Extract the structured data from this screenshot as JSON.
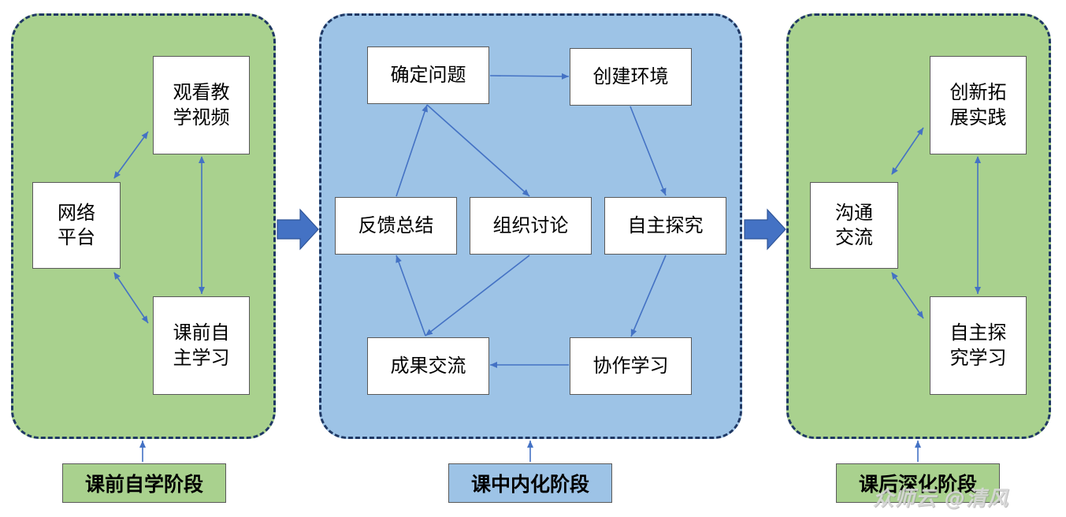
{
  "colors": {
    "green_panel": "#a9d18e",
    "blue_panel": "#9dc3e6",
    "panel_border": "#1f3864",
    "arrow": "#4472c4"
  },
  "stages": {
    "pre": {
      "label": "课前自学阶段",
      "nodes": {
        "platform": [
          "网络",
          "平台"
        ],
        "video": [
          "观看教",
          "学视频"
        ],
        "self_study": [
          "课前自",
          "主学习"
        ]
      }
    },
    "in": {
      "label": "课中内化阶段",
      "nodes": {
        "define": "确定问题",
        "environment": "创建环境",
        "feedback": "反馈总结",
        "discuss": "组织讨论",
        "explore": "自主探究",
        "results": "成果交流",
        "collab": "协作学习"
      }
    },
    "post": {
      "label": "课后深化阶段",
      "nodes": {
        "communicate": [
          "沟通",
          "交流"
        ],
        "innovate": [
          "创新拓",
          "展实践"
        ],
        "inquiry": [
          "自主探",
          "究学习"
        ]
      }
    }
  },
  "watermark": "众师云 @清风"
}
